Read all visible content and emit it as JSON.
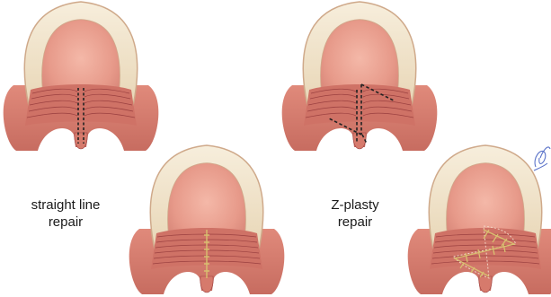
{
  "labels": {
    "straight_line_repair": {
      "line1": "straight line",
      "line2": "repair"
    },
    "z_plasty_repair": {
      "line1": "Z-plasty",
      "line2": "repair"
    }
  },
  "panels": [
    {
      "id": "straight-line-incision",
      "technique": "straight line",
      "stage": "incision"
    },
    {
      "id": "straight-line-sutured",
      "technique": "straight line",
      "stage": "sutured"
    },
    {
      "id": "z-plasty-incision",
      "technique": "Z-plasty",
      "stage": "incision"
    },
    {
      "id": "z-plasty-sutured",
      "technique": "Z-plasty",
      "stage": "sutured"
    }
  ],
  "colors": {
    "gum": "#f2e7cf",
    "gum_edge": "#cfa98a",
    "palate": "#e79a8a",
    "palate_inner": "#f2b5a4",
    "muscle": "#c9675c",
    "muscle_line": "#9b4040",
    "tissue": "#dc8274",
    "incision": "#222222",
    "suture": "#d8c070"
  },
  "signature_icon": "artist-signature-icon"
}
